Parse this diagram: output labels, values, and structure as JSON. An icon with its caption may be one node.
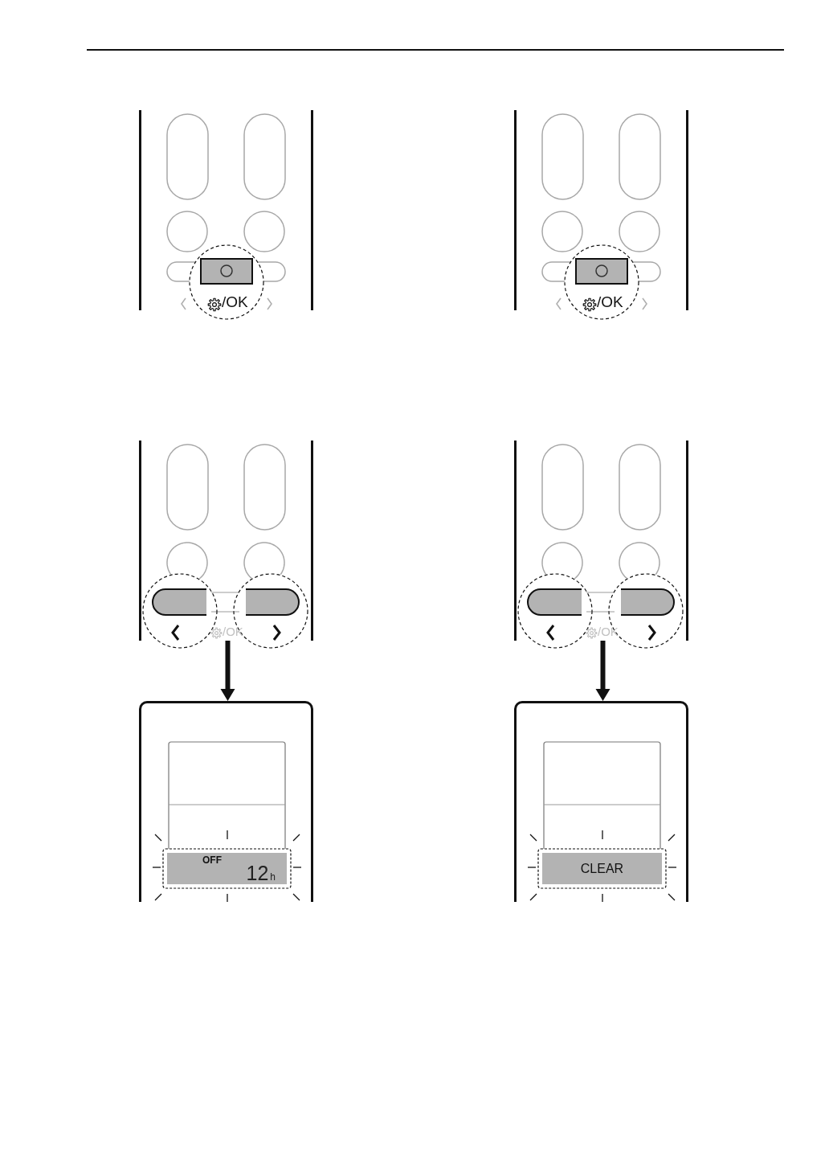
{
  "diagram": {
    "nodes": [
      {
        "text": [
          "/OK"
        ]
      },
      {
        "text": [
          "/OK"
        ]
      },
      {
        "text": [
          "/OK"
        ]
      },
      {
        "text": [
          "/OK"
        ]
      },
      {
        "text": [
          "OFF",
          "12$_{h}$"
        ]
      },
      {
        "text": [
          "CLEAR"
        ]
      }
    ],
    "edges": [
      {
        "from": 2,
        "to": 4,
        "arrow": "to"
      },
      {
        "from": 3,
        "to": 5,
        "arrow": "to"
      }
    ]
  }
}
